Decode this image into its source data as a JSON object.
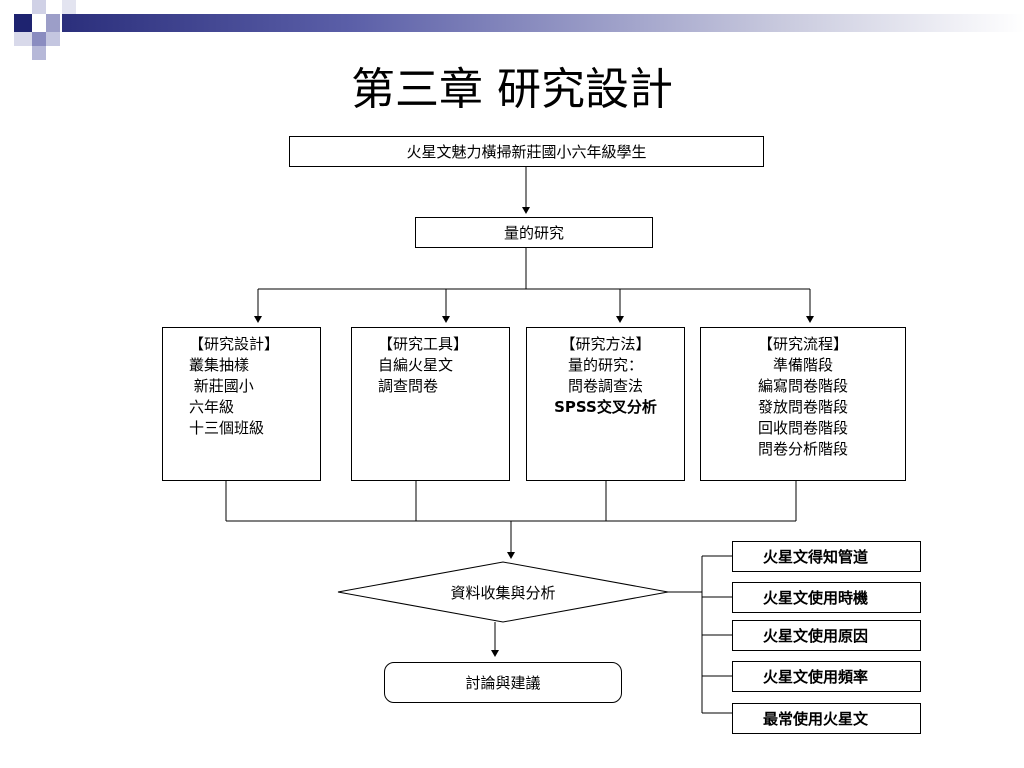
{
  "slide_title": "第三章 研究設計",
  "top_box": "火星文魅力橫掃新莊國小六年級學生",
  "method_box": "量的研究",
  "categories": [
    {
      "lines": [
        "【研究設計】",
        "叢集抽樣",
        " 新莊國小",
        "六年級",
        "十三個班級"
      ]
    },
    {
      "lines": [
        "【研究工具】",
        "自編火星文",
        "調查問卷"
      ]
    },
    {
      "lines": [
        "【研究方法】",
        "量的研究：",
        "問卷調查法",
        "SPSS交叉分析"
      ]
    },
    {
      "lines": [
        "【研究流程】",
        "準備階段",
        "編寫問卷階段",
        "發放問卷階段",
        "回收問卷階段",
        "問卷分析階段"
      ]
    }
  ],
  "diamond": "資料收集與分析",
  "final_box": "討論與建議",
  "outcomes": [
    "火星文得知管道",
    "火星文使用時機",
    "火星文使用原因",
    "火星文使用頻率",
    "最常使用火星文"
  ]
}
